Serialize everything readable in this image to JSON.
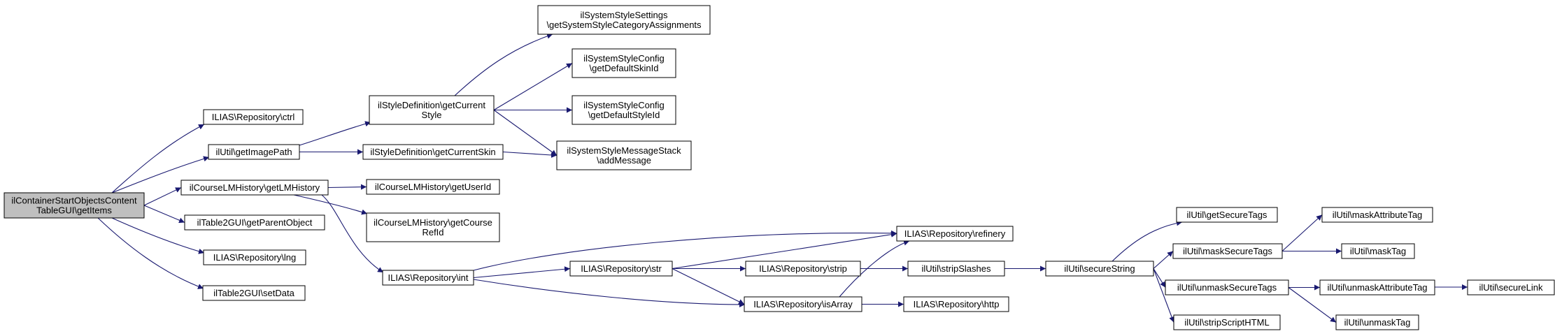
{
  "colors": {
    "root_fill": "#bfbfbf",
    "node_fill": "#ffffff",
    "edge": "#191970"
  },
  "nodes": {
    "n0": [
      "ilContainerStartObjectsContent",
      "TableGUI\\getItems"
    ],
    "n1": [
      "ILIAS\\Repository\\ctrl"
    ],
    "n2": [
      "ilUtil\\getImagePath"
    ],
    "n3": [
      "ilCourseLMHistory\\getLMHistory"
    ],
    "n4": [
      "ilTable2GUI\\getParentObject"
    ],
    "n5": [
      "ILIAS\\Repository\\lng"
    ],
    "n6": [
      "ilTable2GUI\\setData"
    ],
    "n7": [
      "ilStyleDefinition\\getCurrent",
      "Style"
    ],
    "n8": [
      "ilStyleDefinition\\getCurrentSkin"
    ],
    "n9": [
      "ilCourseLMHistory\\getUserId"
    ],
    "n10": [
      "ilCourseLMHistory\\getCourse",
      "RefId"
    ],
    "n11": [
      "ILIAS\\Repository\\int"
    ],
    "n12": [
      "ilSystemStyleSettings",
      "\\getSystemStyleCategoryAssignments"
    ],
    "n13": [
      "ilSystemStyleConfig",
      "\\getDefaultSkinId"
    ],
    "n14": [
      "ilSystemStyleConfig",
      "\\getDefaultStyleId"
    ],
    "n15": [
      "ilSystemStyleMessageStack",
      "\\addMessage"
    ],
    "n16": [
      "ILIAS\\Repository\\str"
    ],
    "n17": [
      "ILIAS\\Repository\\refinery"
    ],
    "n18": [
      "ILIAS\\Repository\\strip"
    ],
    "n19": [
      "ILIAS\\Repository\\isArray"
    ],
    "n20": [
      "ilUtil\\stripSlashes"
    ],
    "n21": [
      "ILIAS\\Repository\\http"
    ],
    "n22": [
      "ilUtil\\secureString"
    ],
    "n23": [
      "ilUtil\\getSecureTags"
    ],
    "n24": [
      "ilUtil\\maskSecureTags"
    ],
    "n25": [
      "ilUtil\\unmaskSecureTags"
    ],
    "n26": [
      "ilUtil\\stripScriptHTML"
    ],
    "n27": [
      "ilUtil\\maskAttributeTag"
    ],
    "n28": [
      "ilUtil\\maskTag"
    ],
    "n29": [
      "ilUtil\\unmaskAttributeTag"
    ],
    "n30": [
      "ilUtil\\unmaskTag"
    ],
    "n31": [
      "ilUtil\\secureLink"
    ]
  },
  "edges": [
    [
      "n0",
      "n1"
    ],
    [
      "n0",
      "n2"
    ],
    [
      "n0",
      "n3"
    ],
    [
      "n0",
      "n4"
    ],
    [
      "n0",
      "n5"
    ],
    [
      "n0",
      "n6"
    ],
    [
      "n2",
      "n7"
    ],
    [
      "n2",
      "n8"
    ],
    [
      "n3",
      "n9"
    ],
    [
      "n3",
      "n10"
    ],
    [
      "n3",
      "n11"
    ],
    [
      "n7",
      "n12"
    ],
    [
      "n7",
      "n13"
    ],
    [
      "n7",
      "n14"
    ],
    [
      "n7",
      "n15"
    ],
    [
      "n8",
      "n15"
    ],
    [
      "n11",
      "n16"
    ],
    [
      "n11",
      "n17"
    ],
    [
      "n11",
      "n19"
    ],
    [
      "n16",
      "n18"
    ],
    [
      "n16",
      "n17"
    ],
    [
      "n16",
      "n19"
    ],
    [
      "n18",
      "n20"
    ],
    [
      "n19",
      "n17"
    ],
    [
      "n19",
      "n21"
    ],
    [
      "n20",
      "n22"
    ],
    [
      "n22",
      "n23"
    ],
    [
      "n22",
      "n24"
    ],
    [
      "n22",
      "n25"
    ],
    [
      "n22",
      "n26"
    ],
    [
      "n24",
      "n27"
    ],
    [
      "n24",
      "n28"
    ],
    [
      "n25",
      "n29"
    ],
    [
      "n25",
      "n30"
    ],
    [
      "n29",
      "n31"
    ]
  ]
}
